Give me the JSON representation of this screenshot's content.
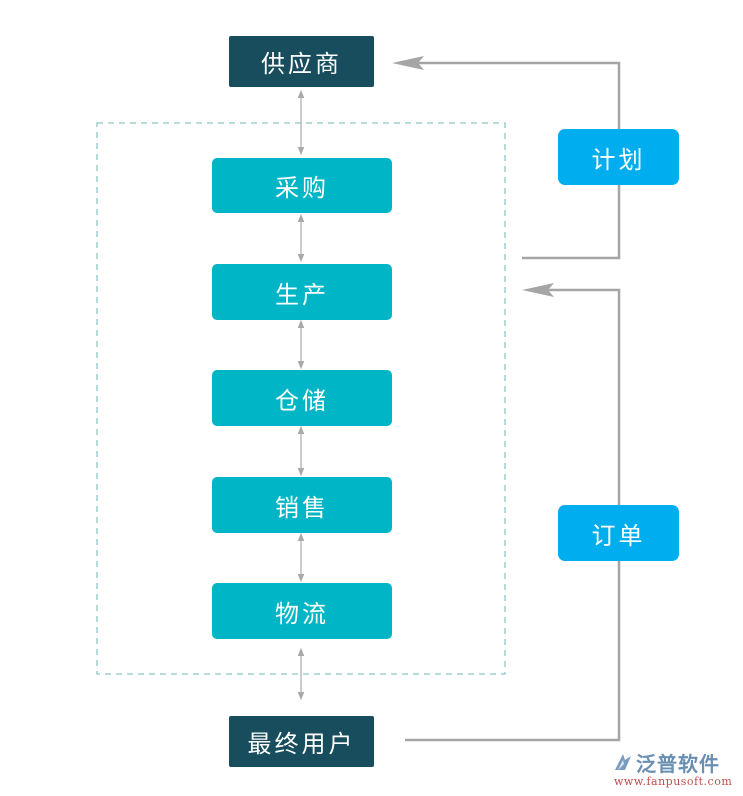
{
  "nodes": {
    "supplier": "供应商",
    "procurement": "采购",
    "production": "生产",
    "warehousing": "仓储",
    "sales": "销售",
    "logistics": "物流",
    "end_user": "最终用户"
  },
  "side_labels": {
    "plan": "计划",
    "order": "订单"
  },
  "watermark": {
    "brand": "泛普软件",
    "url": "www.fanpusoft.com"
  },
  "colors": {
    "dark_node": "#174d5c",
    "teal_node": "#00b6c6",
    "blue_label": "#00adef",
    "dashed_border": "#8fc7c3",
    "connector": "#a9a9a9",
    "feedback_line": "#a5a5a5"
  }
}
